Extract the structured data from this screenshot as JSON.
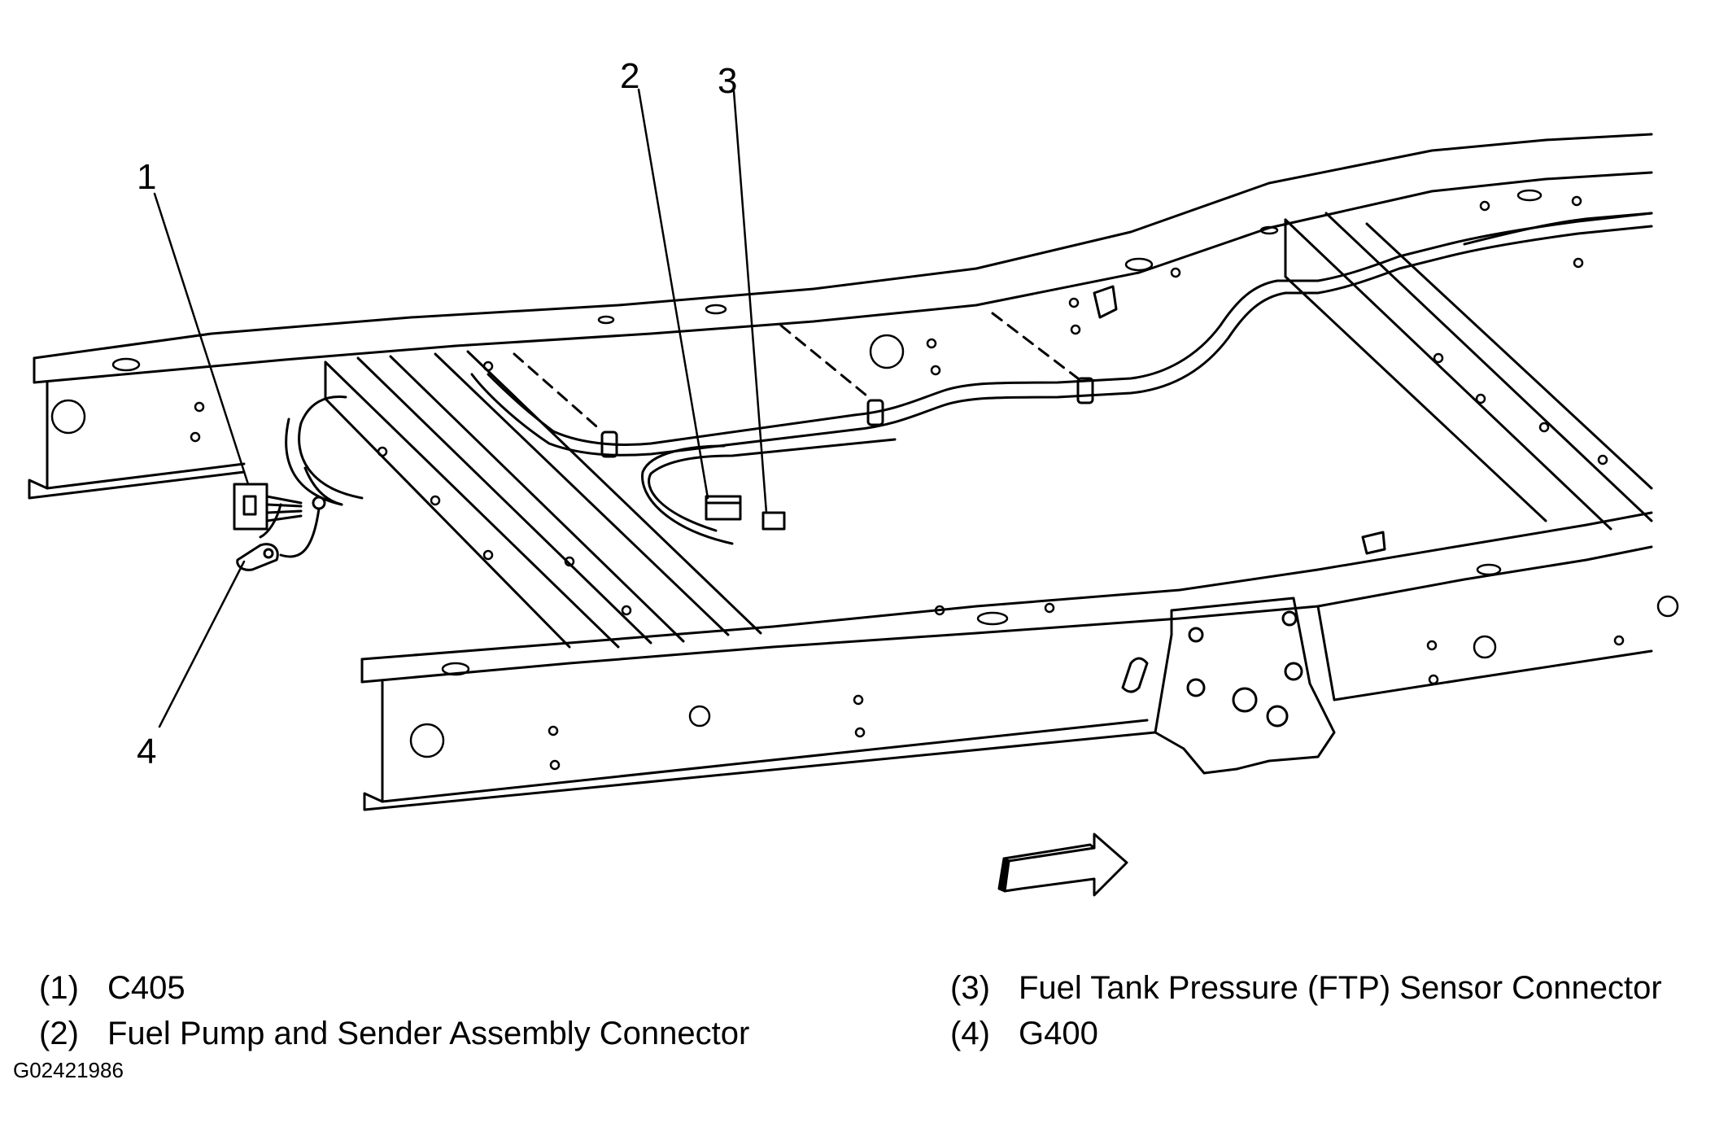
{
  "callouts": [
    "1",
    "2",
    "3",
    "4"
  ],
  "legend": [
    {
      "num": "(1)",
      "text": "C405"
    },
    {
      "num": "(2)",
      "text": "Fuel Pump and Sender Assembly Connector"
    },
    {
      "num": "(3)",
      "text": "Fuel Tank Pressure (FTP) Sensor Connector"
    },
    {
      "num": "(4)",
      "text": "G400"
    }
  ],
  "figure_id": "G02421986",
  "colors": {
    "line": "#000000",
    "background": "#ffffff"
  }
}
